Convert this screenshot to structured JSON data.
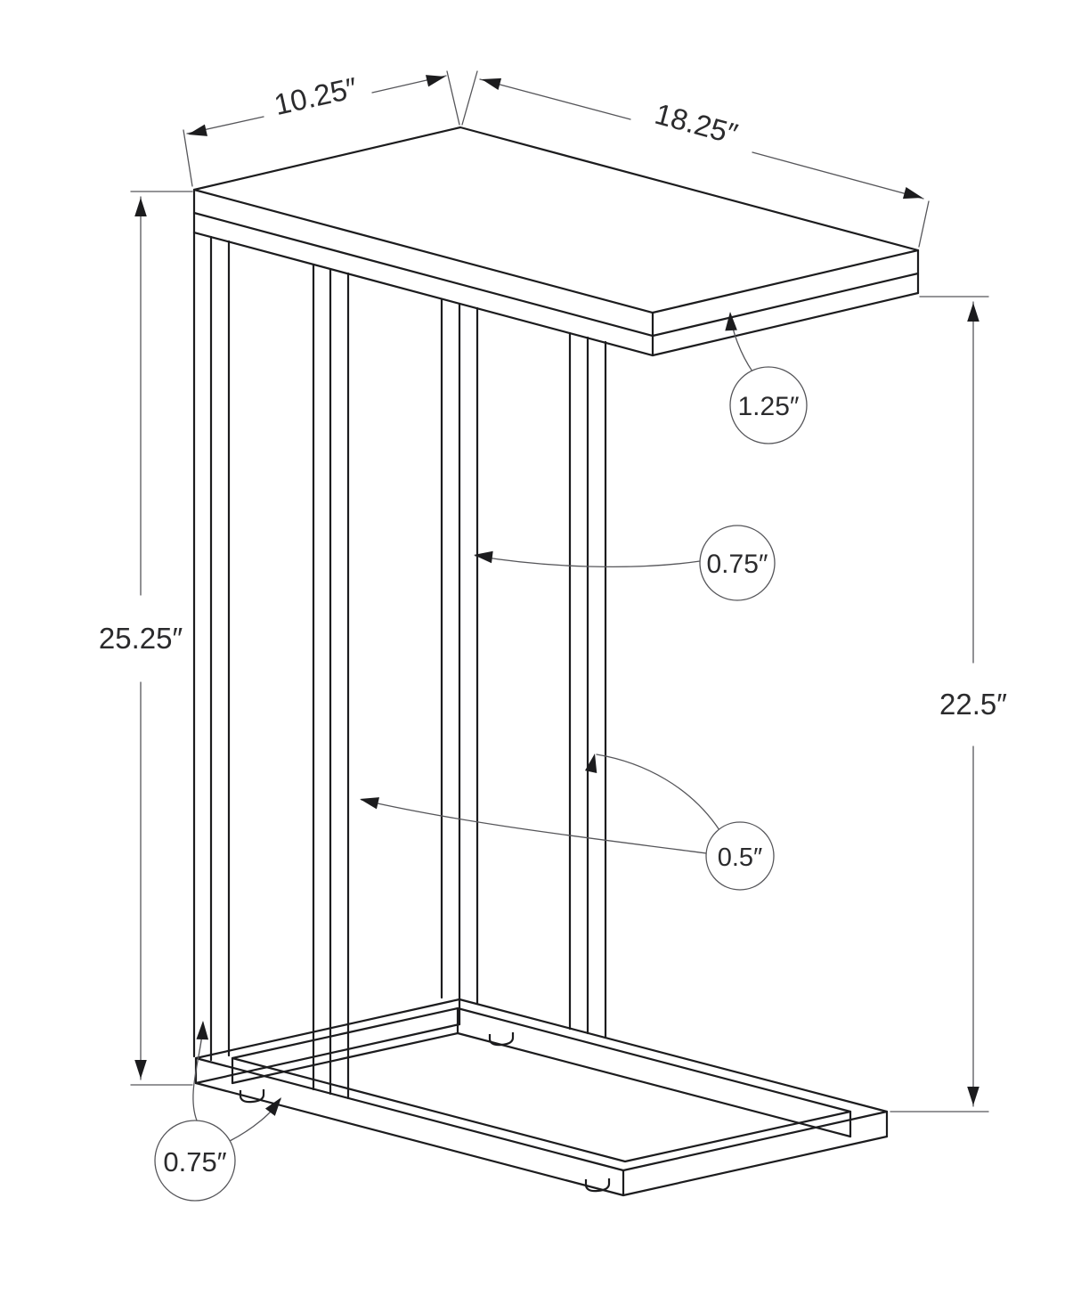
{
  "diagram": {
    "type": "furniture-dimension-drawing",
    "object": "c-shaped accent table",
    "units": "inches"
  },
  "dimensions": {
    "top_width": {
      "label": "10.25″",
      "value": 10.25,
      "target": "table top short edge"
    },
    "top_length": {
      "label": "18.25″",
      "value": 18.25,
      "target": "table top long edge"
    },
    "total_height": {
      "label": "25.25″",
      "value": 25.25,
      "target": "overall height"
    },
    "clearance_height": {
      "label": "22.5″",
      "value": 22.5,
      "target": "underside of top to base top"
    },
    "top_thickness": {
      "label": "1.25″",
      "value": 1.25,
      "target": "table top thickness"
    },
    "post_depth": {
      "label": "0.75″",
      "value": 0.75,
      "target": "support post side"
    },
    "post_width": {
      "label": "0.5″",
      "value": 0.5,
      "target": "support post face"
    },
    "base_height": {
      "label": "0.75″",
      "value": 0.75,
      "target": "base frame / foot height"
    }
  },
  "colors": {
    "structure_line": "#1c1c1e",
    "dimension_line": "#56565a",
    "label_text": "#2b2b2d",
    "background": "#ffffff"
  }
}
